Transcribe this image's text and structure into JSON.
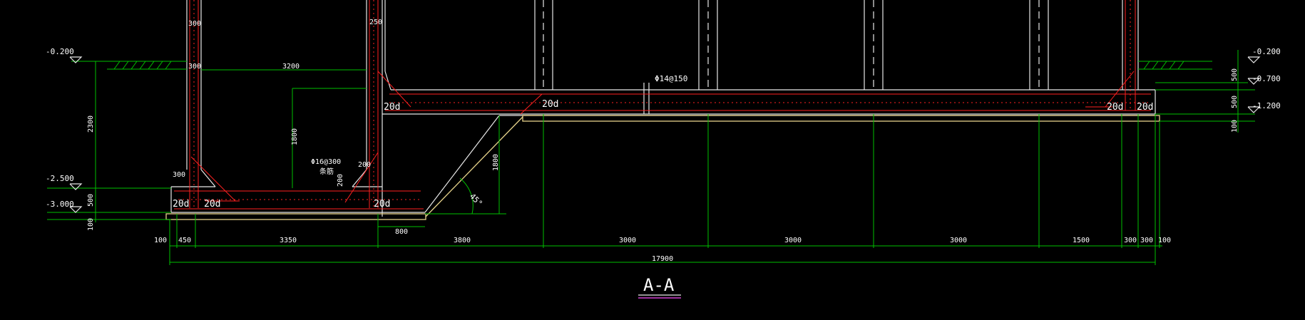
{
  "drawing": {
    "title": "A-A",
    "colors": {
      "background": "#000000",
      "dimension": "#00c000",
      "concrete": "#e8e8e8",
      "rebar": "#ff2020",
      "blinding": "#e6d28a",
      "title_underline": "#d040d0"
    }
  },
  "elevations": {
    "left": [
      "-0.200",
      "-2.500",
      "-3.000"
    ],
    "right": [
      "-0.200",
      "-0.700",
      "-1.200"
    ]
  },
  "texts": {
    "top_left_partial": "",
    "top_right_partial": ""
  },
  "labels": {
    "dev_len": "20d",
    "rebar_slab": "Φ14@150",
    "rebar_wall": "Φ16@300",
    "rebar_wall_sub": "条筋",
    "angle": "45°"
  },
  "dims": {
    "wall_top_300a": "300",
    "wall_250": "250",
    "wall_300b": "300",
    "span_3200": "3200",
    "h_1800": "1800",
    "h_2300": "2300",
    "d_300": "300",
    "d_200a": "200",
    "d_200b": "200",
    "d_500l": "500",
    "d_100l": "100",
    "d_800": "800",
    "slope_1800": "1800",
    "r_500a": "500",
    "r_500b": "500",
    "r_100": "100",
    "bottom": [
      "100",
      "450",
      "3350",
      "3800",
      "3000",
      "3000",
      "3000",
      "1500",
      "300",
      "300",
      "100"
    ],
    "total": "17900"
  }
}
